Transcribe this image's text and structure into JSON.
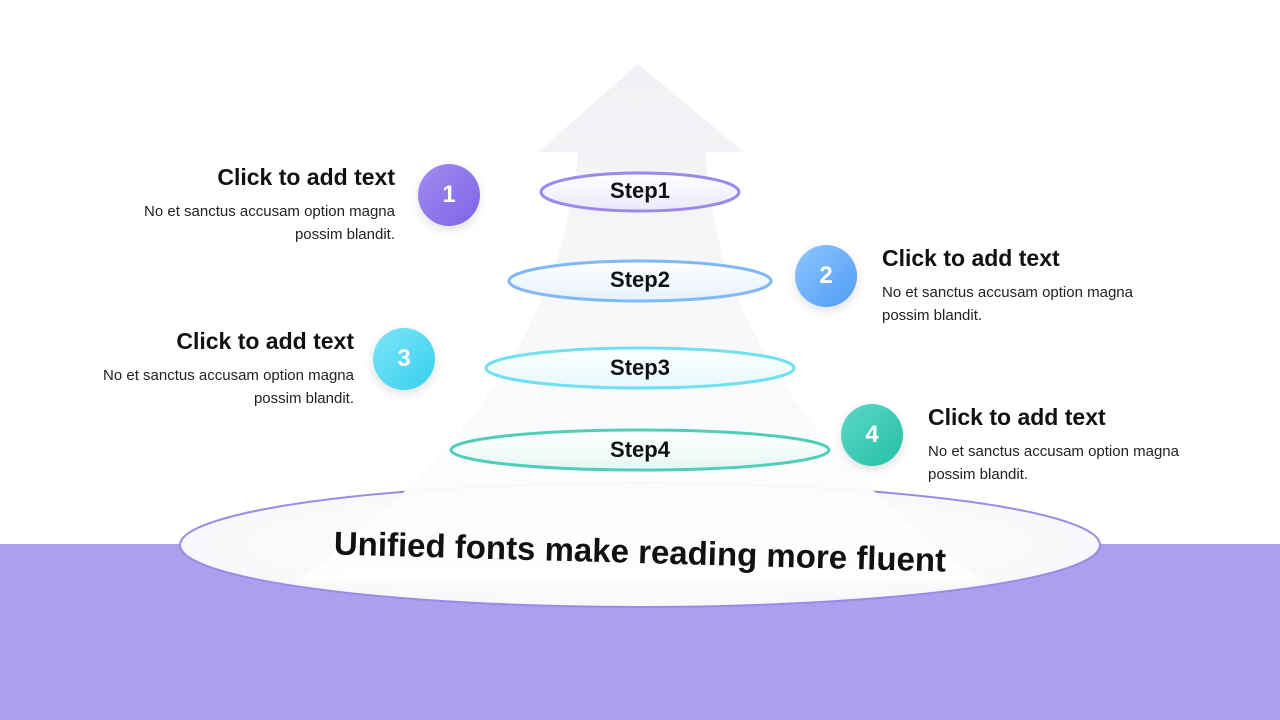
{
  "steps": [
    {
      "label": "Step1",
      "number": "1",
      "title": "Click to add text",
      "desc": "No et sanctus accusam option magna possim blandit.",
      "color_from": "#a28ef0",
      "color_to": "#7c63e6"
    },
    {
      "label": "Step2",
      "number": "2",
      "title": "Click to add text",
      "desc": "No et sanctus accusam option magna possim blandit.",
      "color_from": "#8ec6ff",
      "color_to": "#4f9cf5"
    },
    {
      "label": "Step3",
      "number": "3",
      "title": "Click to add text",
      "desc": "No et sanctus accusam option magna possim blandit.",
      "color_from": "#7fe6f7",
      "color_to": "#35cfee"
    },
    {
      "label": "Step4",
      "number": "4",
      "title": "Click to add text",
      "desc": "No et sanctus accusam option magna possim blandit.",
      "color_from": "#5ad8c5",
      "color_to": "#27bfa6"
    }
  ],
  "base_caption": "Unified fonts make reading more fluent",
  "colors": {
    "band": "#ab9fee",
    "base_edge": "#9d8ae8"
  }
}
